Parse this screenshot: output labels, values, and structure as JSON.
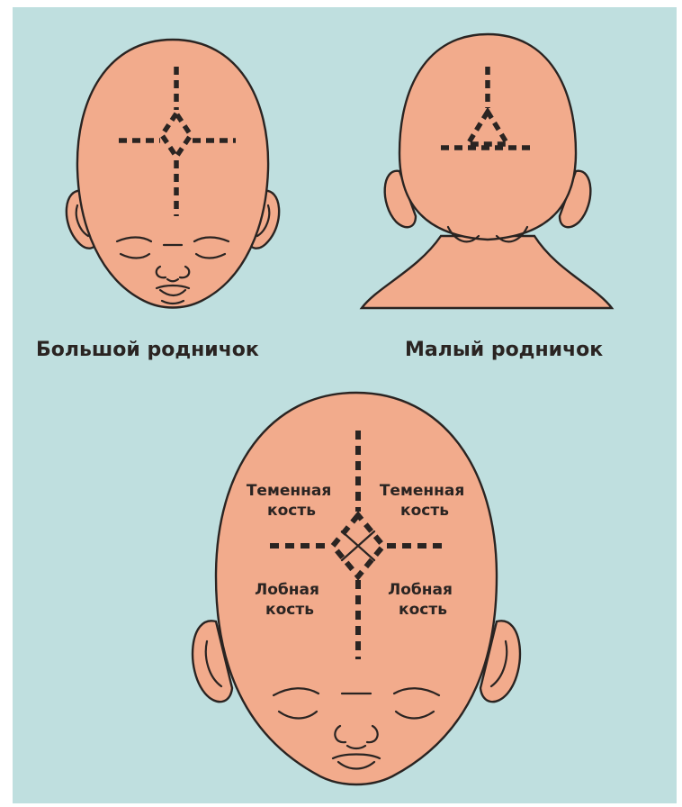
{
  "captions": {
    "anterior": "Большой родничок",
    "posterior": "Малый родничок"
  },
  "bones": {
    "parietal_left": [
      "Теменная",
      "кость"
    ],
    "parietal_right": [
      "Теменная",
      "кость"
    ],
    "frontal_left": [
      "Лобная",
      "кость"
    ],
    "frontal_right": [
      "Лобная",
      "кость"
    ]
  },
  "colors": {
    "background": "#bfdfdf",
    "skin": "#f2ab8c",
    "outline": "#2a2422"
  }
}
